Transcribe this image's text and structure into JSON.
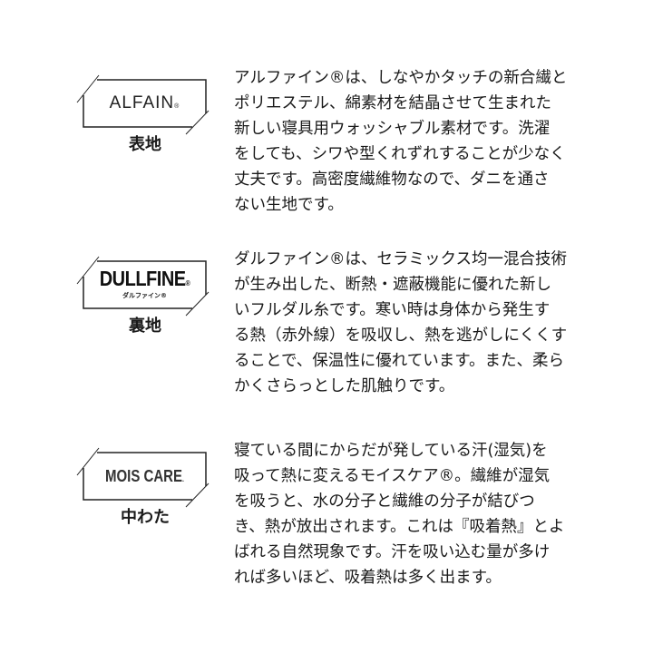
{
  "sections": [
    {
      "logo": "ALFAIN",
      "logo_mark": "®",
      "label": "表地",
      "lines": [
        "アルファイン®は、しなやかタッチの新合繊と",
        "ポリエステル、綿素材を結晶させて生まれた",
        "新しい寝具用ウォッシャブル素材です。洗濯",
        "をしても、シワや型くれずれすることが少なく",
        "丈夫です。高密度繊維物なので、ダニを通さ",
        "ない生地です。"
      ]
    },
    {
      "logo": "DULLFINE",
      "logo_mark": "®",
      "logo_sub": "ダルファイン®",
      "label": "裏地",
      "lines": [
        "ダルファイン®は、セラミックス均一混合技術",
        "が生み出した、断熱・遮蔽機能に優れた新し",
        "いフルダル糸です。寒い時は身体から発生す",
        "る熱（赤外線）を吸収し、熱を逃がしにくくす",
        "ることで、保温性に優れています。また、柔ら",
        "かくさらっとした肌触りです。"
      ]
    },
    {
      "logo": "MOIS CARE",
      "logo_mark": ".",
      "label": "中わた",
      "lines": [
        "寝ている間にからだが発している汗(湿気)を",
        "吸って熱に変えるモイスケア®。繊維が湿気",
        "を吸うと、水の分子と繊維の分子が結びつ",
        "き、熱が放出されます。これは『吸着熱』とよ",
        "ばれる自然現象です。汗を吸い込む量が多け",
        "れば多いほど、吸着熱は多く出ます。"
      ]
    }
  ]
}
